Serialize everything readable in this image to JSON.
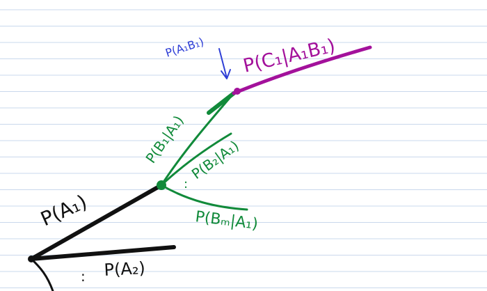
{
  "colors": {
    "paper": "#ffffff",
    "rule": "#c9d8ec",
    "black": "#111111",
    "green": "#118a3a",
    "magenta": "#a3119b",
    "blue": "#2f3fd6"
  },
  "labels": {
    "p_a1": "P(A₁)",
    "p_a2": "P(A₂)",
    "p_b1_given_a1": "P(B₁|A₁)",
    "p_b2_given_a1": "P(B₂|A₁)",
    "p_bm_given_a1": "P(Bₘ|A₁)",
    "p_a1_b1": "P(A₁B₁)",
    "p_c1_given_a1b1": "P(C₁|A₁B₁)",
    "ellipsis_a": ":",
    "ellipsis_b": ":"
  }
}
